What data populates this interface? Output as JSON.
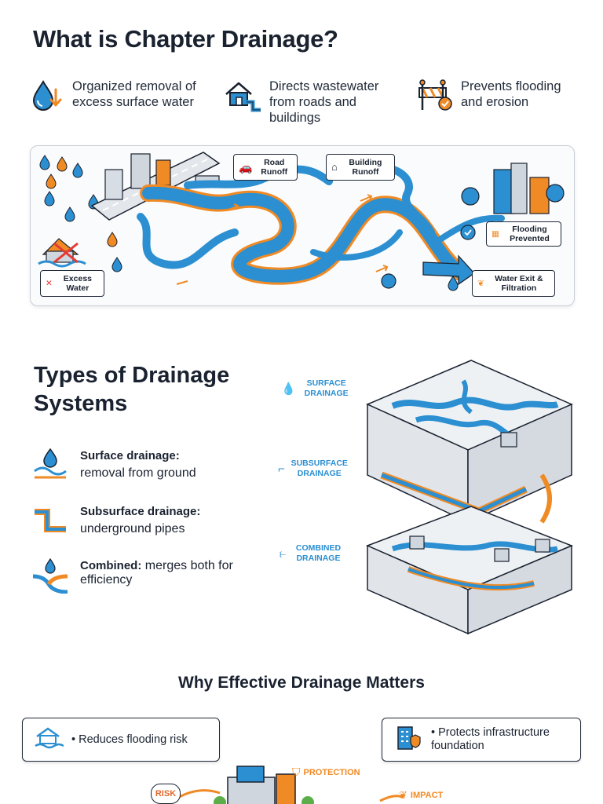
{
  "title": "What is Chapter Drainage?",
  "intro": [
    {
      "icon": "water-drop-arrow-icon",
      "text": "Organized removal of excess surface water"
    },
    {
      "icon": "house-pipe-icon",
      "text": "Directs wastewater from roads and buildings"
    },
    {
      "icon": "barrier-check-icon",
      "text": "Prevents flooding and erosion"
    }
  ],
  "diagram": {
    "labels": {
      "road_runoff": "Road Runoff",
      "building_runoff": "Building Runoff",
      "flooding_prevented": "Flooding Prevented",
      "excess_water": "Excess Water",
      "water_exit": "Water Exit & Filtration"
    }
  },
  "types": {
    "title": "Types of Drainage Systems",
    "items": [
      {
        "title": "Surface drainage:",
        "desc": "removal from ground"
      },
      {
        "title": "Subsurface drainage:",
        "desc": "underground pipes"
      },
      {
        "title": "Combined:",
        "desc": "merges both for efficiency"
      }
    ],
    "labels": {
      "surface": "SURFACE DRAINAGE",
      "subsurface": "SUBSURFACE DRAINAGE",
      "combined": "COMBINED DRAINAGE"
    }
  },
  "matters": {
    "title": "Why Effective Drainage Matters",
    "box1": "• Reduces flooding risk",
    "box2": "• Protects infrastructure foundation",
    "labels": {
      "risk": "RISK",
      "protection": "PROTECTION",
      "impact": "IMPACT"
    }
  },
  "colors": {
    "blue": "#2b8fd1",
    "orange": "#f08a24",
    "dark": "#1a2230"
  }
}
